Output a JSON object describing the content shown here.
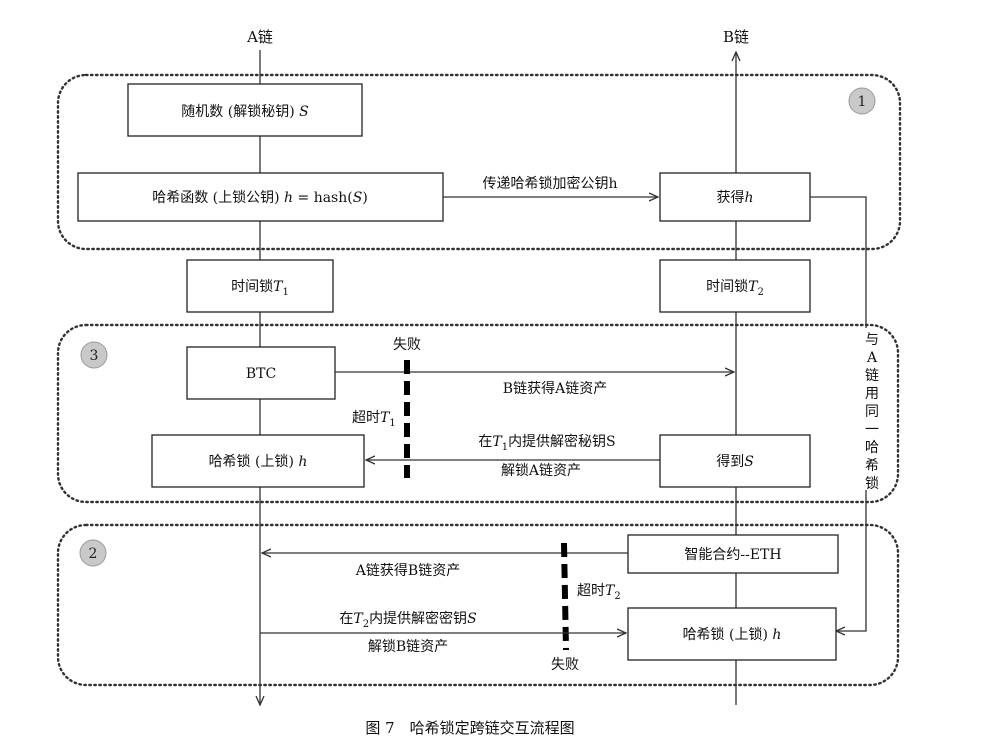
{
  "chains": {
    "a": "A链",
    "b": "B链"
  },
  "steps": [
    "1",
    "2",
    "3"
  ],
  "boxes": {
    "random": {
      "text": "随机数 (解锁秘钥) ",
      "var": "S"
    },
    "hashfn": {
      "text": "哈希函数 (上锁公钥) ",
      "var": "h",
      "eq": " = hash(",
      "var2": "S",
      "end": ")"
    },
    "get_h": {
      "text": "获得",
      "var": "h"
    },
    "timelock_a": {
      "text": "时间锁",
      "var": "T",
      "sub": "1"
    },
    "timelock_b": {
      "text": "时间锁",
      "var": "T",
      "sub": "2"
    },
    "btc": {
      "text": "BTC"
    },
    "hashlock_a": {
      "text": "哈希锁 (上锁) ",
      "var": "h"
    },
    "get_s": {
      "text": "得到",
      "var": "S"
    },
    "contract": {
      "text": "智能合约--ETH"
    },
    "hashlock_b": {
      "text": "哈希锁 (上锁) ",
      "var": "h"
    }
  },
  "labels": {
    "pass_h": "传递哈希锁加密公钥h",
    "same_hash_lock": [
      "与",
      "A",
      "链",
      "用",
      "同",
      "一",
      "哈",
      "希",
      "锁"
    ],
    "fail": "失败",
    "timeout": "超时",
    "timeout_var": "T",
    "timeout1_sub": "1",
    "timeout2_sub": "2",
    "b_gets_a": "B链获得A链资产",
    "provide_key_pre": "在",
    "provide_key_var": "T",
    "provide_key1_sub": "1",
    "provide_key1_post": "内提供解密秘钥S",
    "unlock_a": "解锁A链资产",
    "a_gets_b": "A链获得B链资产",
    "provide_key2_sub": "2",
    "provide_key2_post": "内提供解密密钥",
    "provide_key2_var": "S",
    "unlock_b": "解锁B链资产"
  },
  "caption": "图 7　哈希锁定跨链交互流程图"
}
